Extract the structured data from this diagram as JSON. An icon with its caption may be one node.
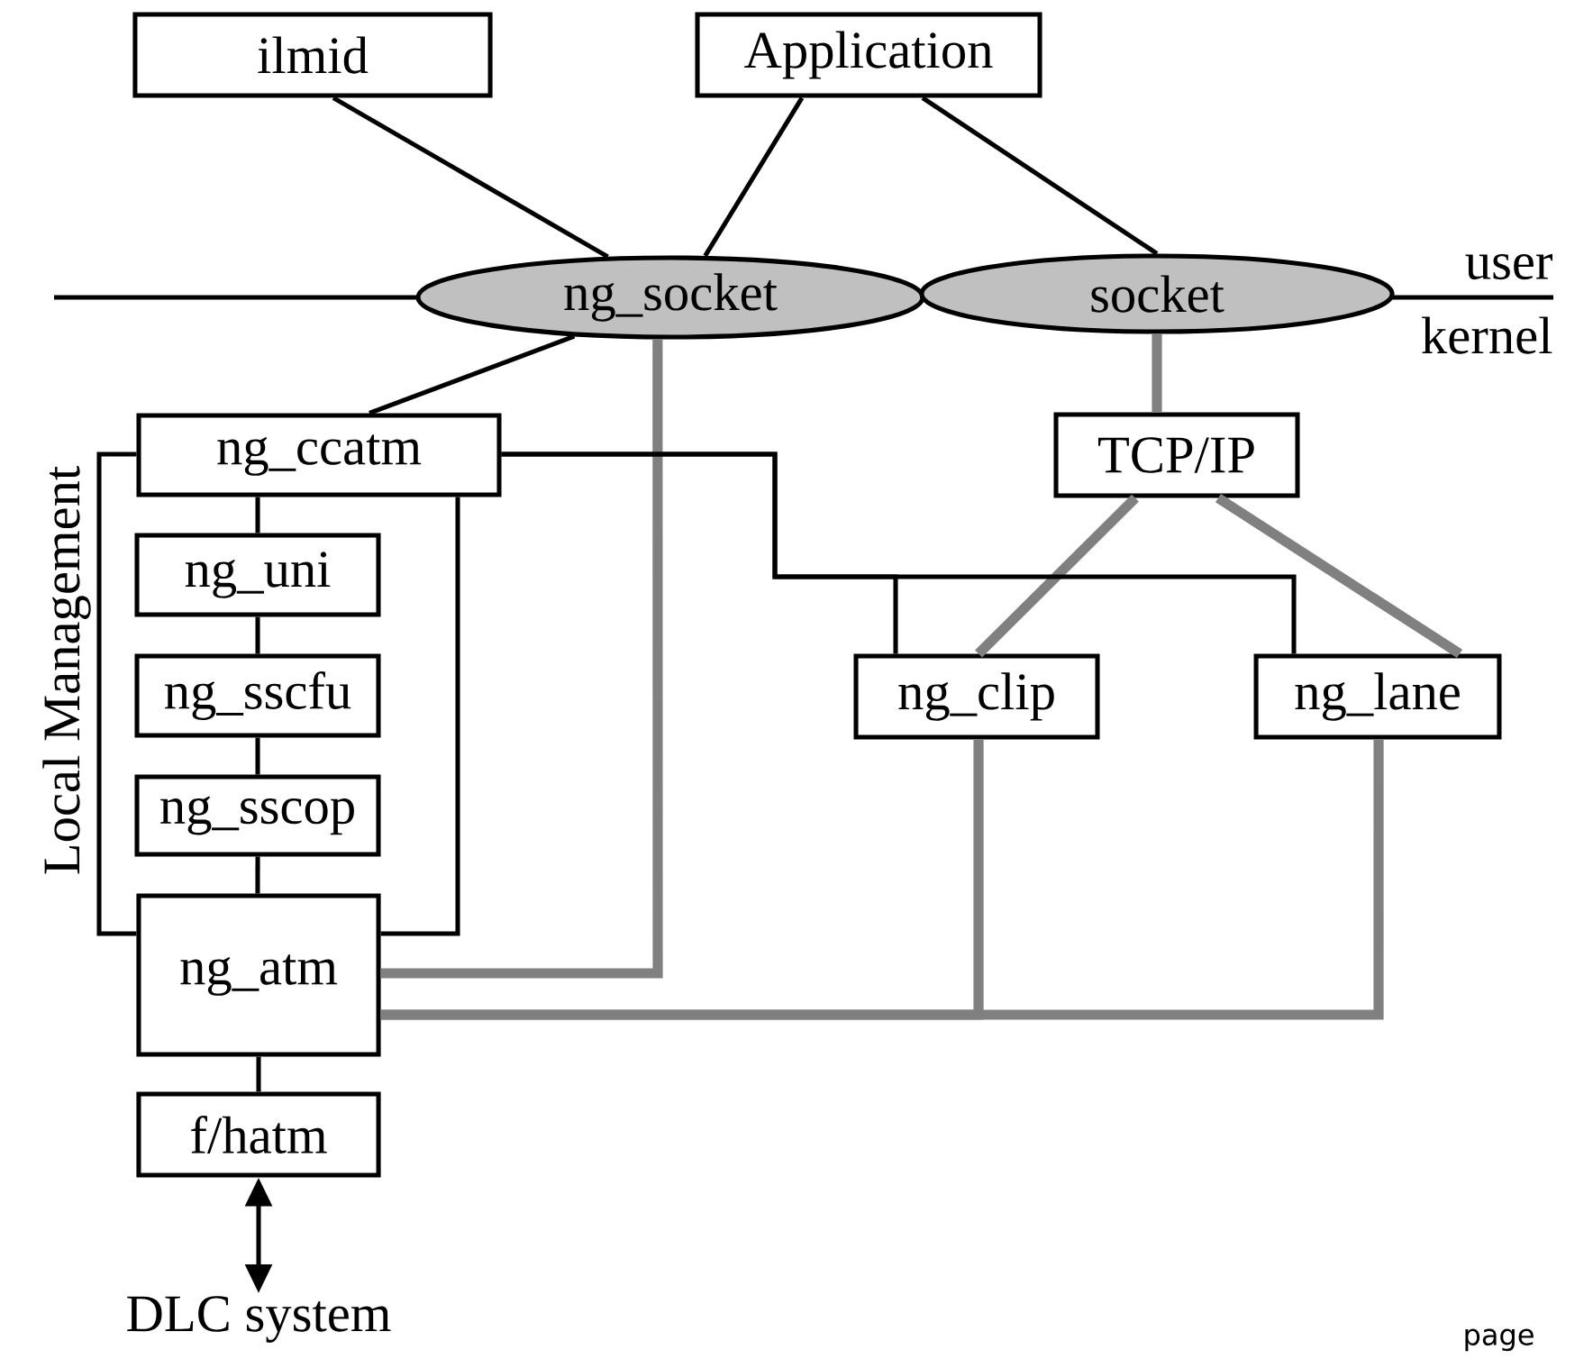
{
  "diagram": {
    "nodes": [
      {
        "text": [
          "ilmid"
        ]
      },
      {
        "text": [
          "Application"
        ]
      },
      {
        "text": [
          "ng_socket"
        ]
      },
      {
        "text": [
          "socket"
        ]
      },
      {
        "text": [
          "ng_ccatm"
        ]
      },
      {
        "text": [
          "ng_uni"
        ]
      },
      {
        "text": [
          "ng_sscfu"
        ]
      },
      {
        "text": [
          "ng_sscop"
        ]
      },
      {
        "text": [
          "ng_atm"
        ]
      },
      {
        "text": [
          "f/hatm"
        ]
      },
      {
        "text": [
          "DLC system"
        ]
      },
      {
        "text": [
          "TCP/IP"
        ]
      },
      {
        "text": [
          "ng_clip"
        ]
      },
      {
        "text": [
          "ng_lane"
        ]
      }
    ],
    "edges": [
      {
        "from": 0,
        "to": 2,
        "arrow": "none"
      },
      {
        "from": 1,
        "to": 2,
        "arrow": "none"
      },
      {
        "from": 1,
        "to": 3,
        "arrow": "none"
      },
      {
        "from": 2,
        "to": 4,
        "arrow": "none"
      },
      {
        "from": 2,
        "to": 8,
        "arrow": "none",
        "style": "thick",
        "color": "#808080"
      },
      {
        "from": 3,
        "to": 11,
        "arrow": "none",
        "style": "thick",
        "color": "#808080"
      },
      {
        "from": 11,
        "to": 12,
        "arrow": "none",
        "style": "thick",
        "color": "#808080"
      },
      {
        "from": 11,
        "to": 13,
        "arrow": "none",
        "style": "thick",
        "color": "#808080"
      },
      {
        "from": 4,
        "to": 5,
        "arrow": "none"
      },
      {
        "from": 5,
        "to": 6,
        "arrow": "none"
      },
      {
        "from": 6,
        "to": 7,
        "arrow": "none"
      },
      {
        "from": 7,
        "to": 8,
        "arrow": "none"
      },
      {
        "from": 4,
        "to": 8,
        "arrow": "none"
      },
      {
        "from": 4,
        "to": 8,
        "arrow": "none"
      },
      {
        "from": 4,
        "to": 12,
        "arrow": "none"
      },
      {
        "from": 4,
        "to": 13,
        "arrow": "none"
      },
      {
        "from": 8,
        "to": 12,
        "arrow": "none",
        "style": "thick",
        "color": "#808080"
      },
      {
        "from": 8,
        "to": 13,
        "arrow": "none",
        "style": "thick",
        "color": "#808080"
      },
      {
        "from": 8,
        "to": 9,
        "arrow": "none"
      },
      {
        "from": 9,
        "to": 10,
        "arrow": "both"
      }
    ],
    "labels": [
      "user",
      "kernel",
      "Local Management",
      "page"
    ]
  }
}
